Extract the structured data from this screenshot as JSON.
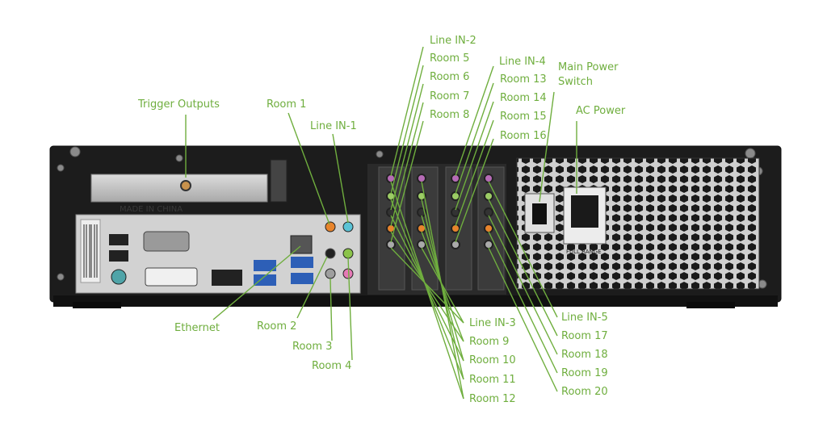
{
  "labels": {
    "trigger_outputs": "Trigger Outputs",
    "room_1": "Room 1",
    "line_in_1": "Line IN-1",
    "line_in_2": "Line IN-2",
    "room_5": "Room 5",
    "room_6": "Room 6",
    "room_7": "Room 7",
    "room_8": "Room 8",
    "line_in_4": "Line IN-4",
    "room_13": "Room 13",
    "room_14": "Room 14",
    "room_15": "Room 15",
    "room_16": "Room 16",
    "main_power_switch_1": "Main Power",
    "main_power_switch_2": "Switch",
    "ac_power": "AC Power",
    "ethernet": "Ethernet",
    "room_2": "Room 2",
    "room_3": "Room 3",
    "room_4": "Room 4",
    "line_in_3": "Line IN-3",
    "room_9": "Room 9",
    "room_10": "Room 10",
    "room_11": "Room 11",
    "room_12": "Room 12",
    "line_in_5": "Line IN-5",
    "room_17": "Room 17",
    "room_18": "Room 18",
    "room_19": "Room 19",
    "room_20": "Room 20"
  },
  "panel_text": {
    "made_in_china": "MADE IN CHINA",
    "full_range": "FULL RANGE"
  },
  "colors": {
    "callout_green": "#6fae3e",
    "chassis": "#1b1b1b",
    "io_shield": "#c9c9c9"
  }
}
